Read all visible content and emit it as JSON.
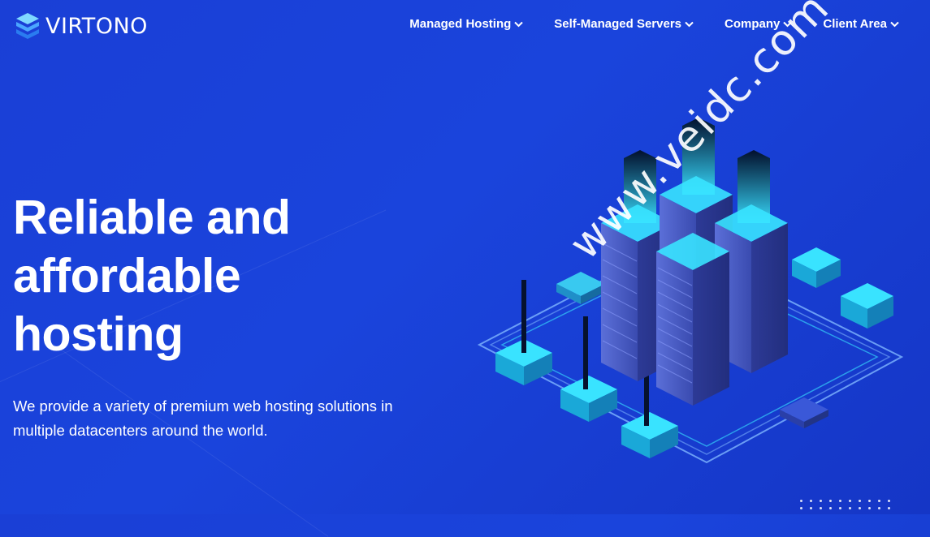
{
  "header": {
    "logo_text": "VIRTONO",
    "nav": [
      {
        "label": "Managed Hosting"
      },
      {
        "label": "Self-Managed Servers"
      },
      {
        "label": "Company"
      },
      {
        "label": "Client Area"
      }
    ]
  },
  "hero": {
    "title_line1": "Reliable and",
    "title_line2": "affordable",
    "title_line3": "hosting",
    "subtitle_line1": "We provide a variety of premium web hosting solutions in",
    "subtitle_line2": "multiple datacenters around the world."
  },
  "watermark": "www.veidc.com",
  "colors": {
    "background": "#1a3fd6",
    "accent_cyan": "#39e3ff",
    "text": "#ffffff"
  }
}
